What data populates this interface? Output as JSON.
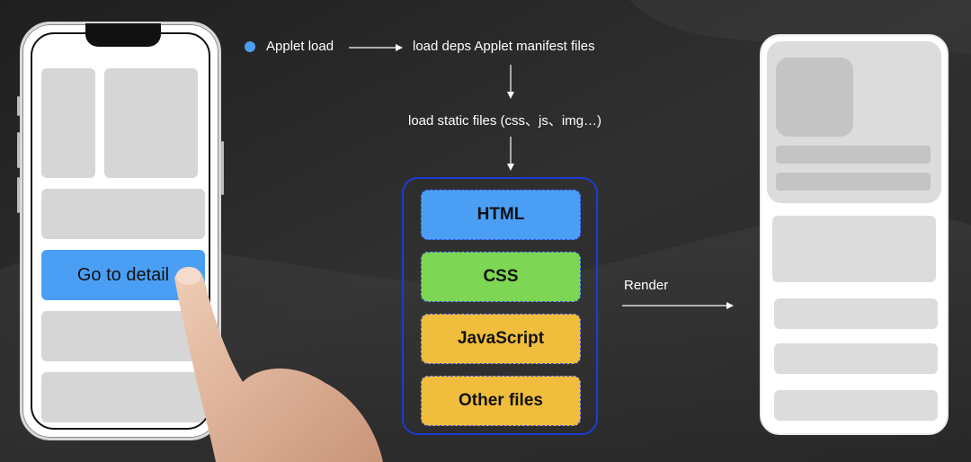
{
  "phone": {
    "cta_label": "Go to detail"
  },
  "flow": {
    "step1": "Applet load",
    "step2": "load deps Applet manifest files",
    "step3": "load static files (css、js、img…)",
    "files": [
      {
        "label": "HTML",
        "color": "#4a9ff5"
      },
      {
        "label": "CSS",
        "color": "#7dd654"
      },
      {
        "label": "JavaScript",
        "color": "#f0bd3c"
      },
      {
        "label": "Other files",
        "color": "#f0bd3c"
      }
    ],
    "render_label": "Render"
  },
  "colors": {
    "accent_blue": "#4a9ff5",
    "stack_border": "#1f3ad6",
    "placeholder": "#d6d6d6"
  }
}
